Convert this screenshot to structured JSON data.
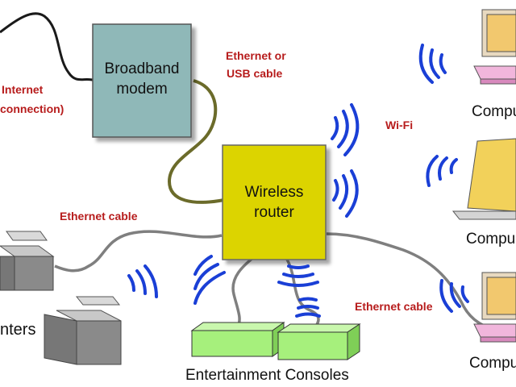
{
  "labels": {
    "internet": "Internet",
    "connection": "connection)",
    "modem_line1": "Broadband",
    "modem_line2": "modem",
    "ethernet_or_usb_line1": "Ethernet or",
    "ethernet_or_usb_line2": "USB cable",
    "wifi": "Wi-Fi",
    "router_line1": "Wireless",
    "router_line2": "router",
    "ethernet_cable_left": "Ethernet cable",
    "ethernet_cable_right": "Ethernet cable",
    "printers": "nters",
    "entertainment_consoles": "Entertainment Consoles",
    "computer_top": "Compu",
    "computer_mid": "Compu",
    "computer_bottom": "Compu"
  },
  "colors": {
    "modem_fill": "#8fb8b8",
    "router_fill": "#dcd400",
    "console_fill": "#a6f07c",
    "cable": "#7f7f7f",
    "wifi_waves": "#1a3fd6",
    "label_red": "#b71c1c"
  },
  "icons": {
    "modem": "modem-icon",
    "router": "router-icon",
    "printer": "printer-icon",
    "console": "console-icon",
    "desktop": "desktop-computer-icon",
    "laptop": "laptop-icon",
    "wifi": "wifi-waves-icon"
  }
}
